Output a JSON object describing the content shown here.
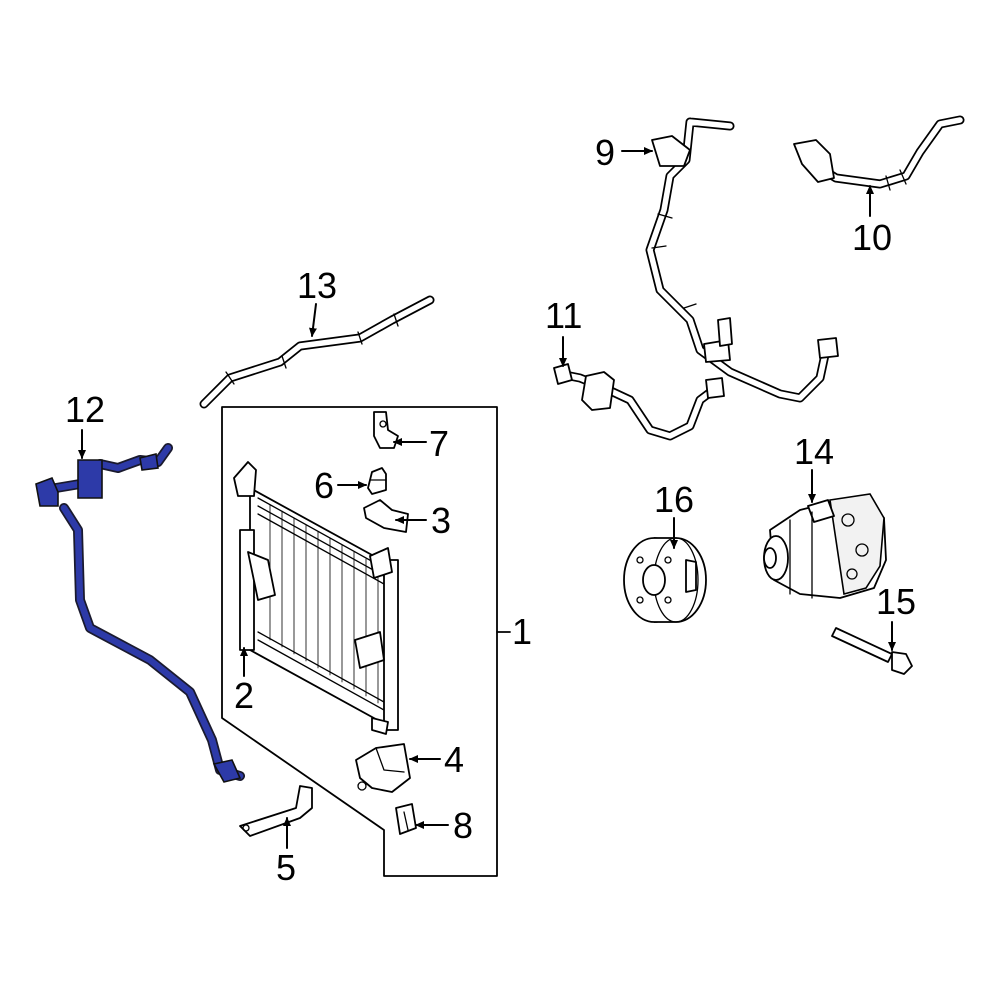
{
  "diagram": {
    "highlight_color": "#2d3aa8",
    "line_color": "#000000",
    "callouts": [
      {
        "id": "1",
        "label": "1"
      },
      {
        "id": "2",
        "label": "2"
      },
      {
        "id": "3",
        "label": "3"
      },
      {
        "id": "4",
        "label": "4"
      },
      {
        "id": "5",
        "label": "5"
      },
      {
        "id": "6",
        "label": "6"
      },
      {
        "id": "7",
        "label": "7"
      },
      {
        "id": "8",
        "label": "8"
      },
      {
        "id": "9",
        "label": "9"
      },
      {
        "id": "10",
        "label": "10"
      },
      {
        "id": "11",
        "label": "11"
      },
      {
        "id": "12",
        "label": "12"
      },
      {
        "id": "13",
        "label": "13"
      },
      {
        "id": "14",
        "label": "14"
      },
      {
        "id": "15",
        "label": "15"
      },
      {
        "id": "16",
        "label": "16"
      }
    ]
  }
}
